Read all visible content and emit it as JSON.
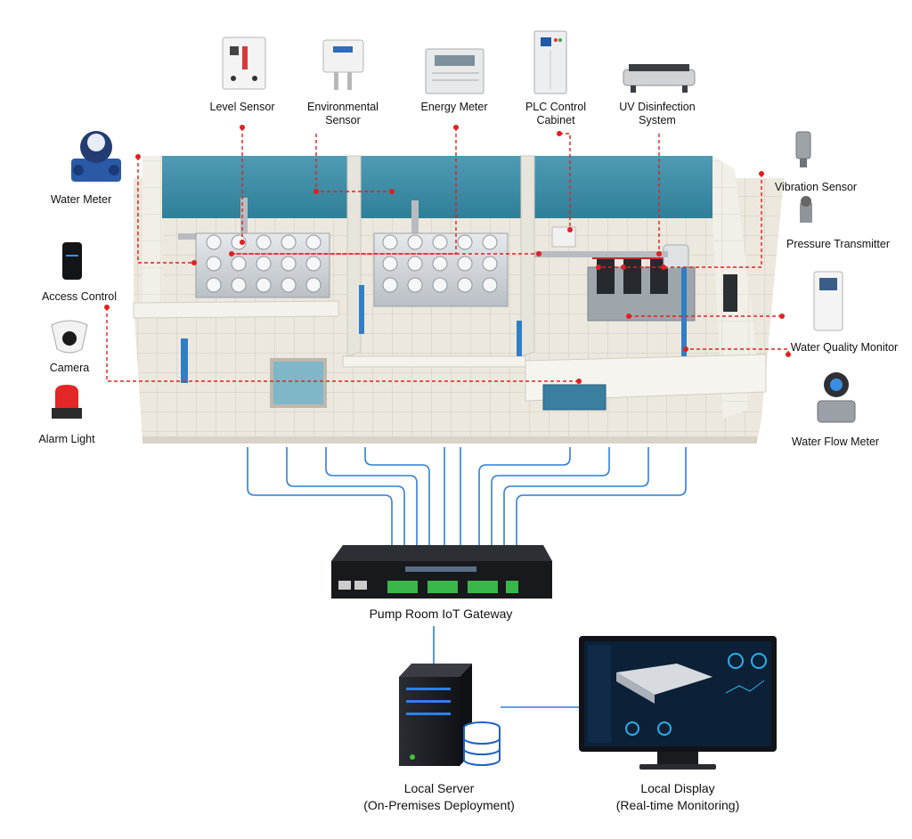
{
  "device_labels": {
    "level_sensor": "Level Sensor",
    "environmental_sensor_l1": "Environmental",
    "environmental_sensor_l2": "Sensor",
    "energy_meter": "Energy Meter",
    "plc_cabinet_l1": "PLC Control",
    "plc_cabinet_l2": "Cabinet",
    "uv_system_l1": "UV Disinfection",
    "uv_system_l2": "System",
    "water_meter": "Water Meter",
    "access_control": "Access Control",
    "camera": "Camera",
    "alarm_light": "Alarm Light",
    "vibration_sensor": "Vibration Sensor",
    "pressure_transmitter": "Pressure Transmitter",
    "water_quality_monitor": "Water Quality Monitor",
    "water_flow_meter": "Water Flow Meter"
  },
  "gateway": {
    "label": "Pump Room IoT Gateway"
  },
  "server": {
    "label": "Local Server",
    "sublabel": "(On-Premises Deployment)"
  },
  "display": {
    "label": "Local Display",
    "sublabel": "(Real-time Monitoring)"
  },
  "colors": {
    "connector_red": "#e02020",
    "cable_blue": "#2f7fd8",
    "wall_teal": "#3b8fa8",
    "floor_tile": "#eae6dc"
  }
}
